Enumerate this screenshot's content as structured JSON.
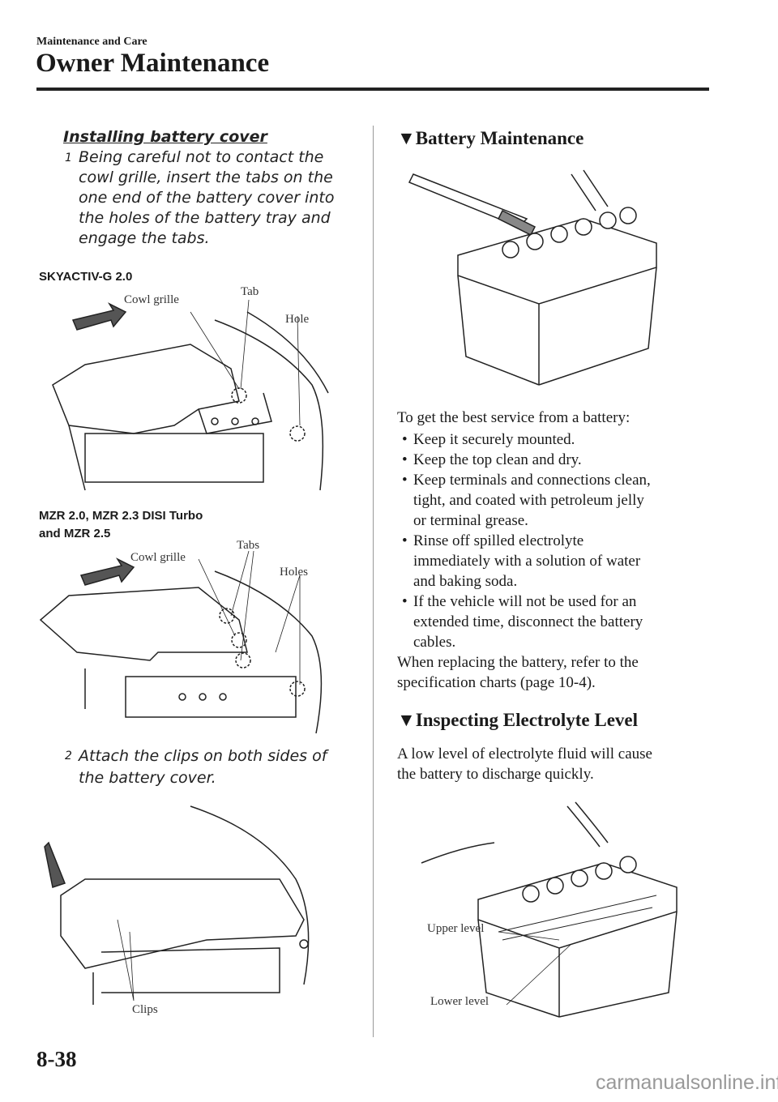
{
  "header": {
    "section": "Maintenance and Care",
    "title": "Owner Maintenance"
  },
  "left": {
    "heading": "Installing battery cover",
    "step1": {
      "num": "1",
      "lines": [
        "Being careful not to contact the",
        "cowl grille, insert the tabs on the",
        "one end of the battery cover into",
        "the holes of the battery tray and",
        "engage the tabs."
      ]
    },
    "fig1": {
      "caption": "SKYACTIV-G 2.0",
      "labels": {
        "cowl": "Cowl grille",
        "tab": "Tab",
        "hole": "Hole"
      }
    },
    "fig2": {
      "caption_lines": [
        "MZR 2.0, MZR 2.3 DISI Turbo",
        "and MZR 2.5"
      ],
      "labels": {
        "cowl": "Cowl grille",
        "tabs": "Tabs",
        "holes": "Holes"
      }
    },
    "step2": {
      "num": "2",
      "lines": [
        "Attach the clips on both sides of",
        "the battery cover."
      ]
    },
    "fig3": {
      "labels": {
        "clips": "Clips"
      }
    }
  },
  "right": {
    "sec1": {
      "marker": "▼",
      "title": "Battery Maintenance"
    },
    "intro": "To get the best service from a battery:",
    "bullets": [
      [
        "Keep it securely mounted."
      ],
      [
        "Keep the top clean and dry."
      ],
      [
        "Keep terminals and connections clean,",
        "tight, and coated with petroleum jelly",
        "or terminal grease."
      ],
      [
        "Rinse off spilled electrolyte",
        "immediately with a solution of water",
        "and baking soda."
      ],
      [
        "If the vehicle will not be used for an",
        "extended time, disconnect the battery",
        "cables."
      ]
    ],
    "replace": [
      "When replacing the battery, refer to the",
      "specification charts (page 10-4)."
    ],
    "sec2": {
      "marker": "▼",
      "title": "Inspecting Electrolyte Level"
    },
    "para": [
      "A low level of electrolyte fluid will cause",
      "the battery to discharge quickly."
    ],
    "fig": {
      "upper": "Upper level",
      "lower": "Lower level"
    }
  },
  "footer": {
    "page": "8-38",
    "watermark": "carmanualsonline.info"
  }
}
